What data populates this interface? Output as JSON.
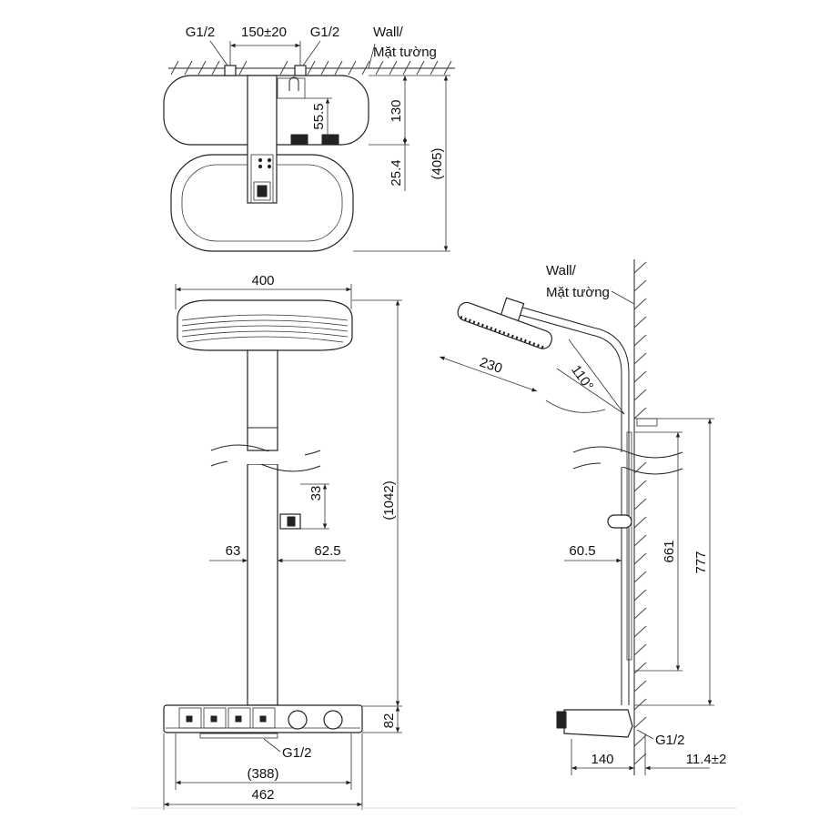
{
  "top_view": {
    "inlet_left": "G1/2",
    "spacing": "150±20",
    "inlet_right": "G1/2",
    "wall_en": "Wall/",
    "wall_vi": "Mặt tường",
    "dim_130": "130",
    "dim_55_5": "55.5",
    "dim_25_4": "25.4",
    "dim_405": "(405)"
  },
  "front_view": {
    "dim_400": "400",
    "dim_33": "33",
    "dim_63": "63",
    "dim_62_5": "62.5",
    "dim_1042": "(1042)",
    "dim_82": "82",
    "inlet": "G1/2",
    "dim_388": "(388)",
    "dim_462": "462"
  },
  "side_view": {
    "wall_en": "Wall/",
    "wall_vi": "Mặt tường",
    "dim_230": "230",
    "angle_110": "110°",
    "dim_60_5": "60.5",
    "dim_661": "661",
    "dim_777": "777",
    "inlet": "G1/2",
    "dim_140": "140",
    "dim_11_4": "11.4±2"
  }
}
